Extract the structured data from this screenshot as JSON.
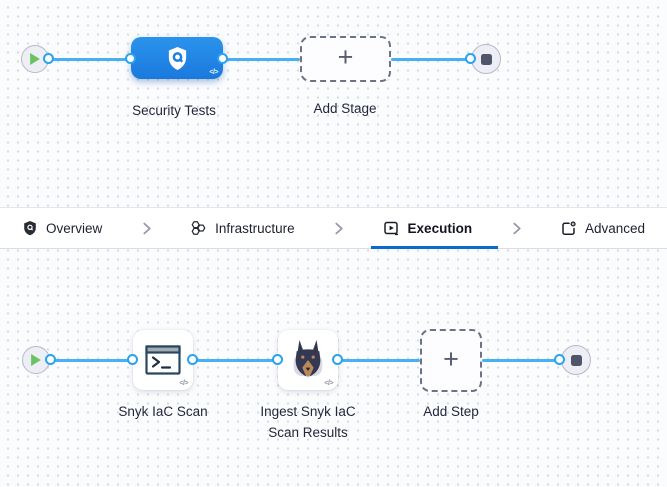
{
  "stage_canvas": {
    "stage": {
      "label": "Security Tests",
      "code_badge": "</>"
    },
    "add_stage": {
      "label": "Add Stage",
      "plus": "+"
    }
  },
  "tab_bar": {
    "tabs": [
      {
        "label": "Overview",
        "icon": "shield-icon",
        "selected": false
      },
      {
        "label": "Infrastructure",
        "icon": "hexagons-icon",
        "selected": false
      },
      {
        "label": "Execution",
        "icon": "play-square-icon",
        "selected": true
      },
      {
        "label": "Advanced",
        "icon": "page-gear-icon",
        "selected": false
      }
    ]
  },
  "execution_canvas": {
    "steps": [
      {
        "label": "Snyk IaC Scan",
        "icon": "terminal-icon",
        "code_badge": "</>"
      },
      {
        "label_line1": "Ingest Snyk IaC",
        "label_line2": "Scan Results",
        "icon": "snyk-dog-icon",
        "code_badge": "</>"
      }
    ],
    "add_step": {
      "label": "Add Step",
      "plus": "+"
    }
  },
  "colors": {
    "connector_blue": "#47b1f2",
    "stage_blue": "#1b79de",
    "selected_tab_underline": "#0a6ad2",
    "play_green": "#6cc262",
    "stop_gray": "#51556a"
  }
}
